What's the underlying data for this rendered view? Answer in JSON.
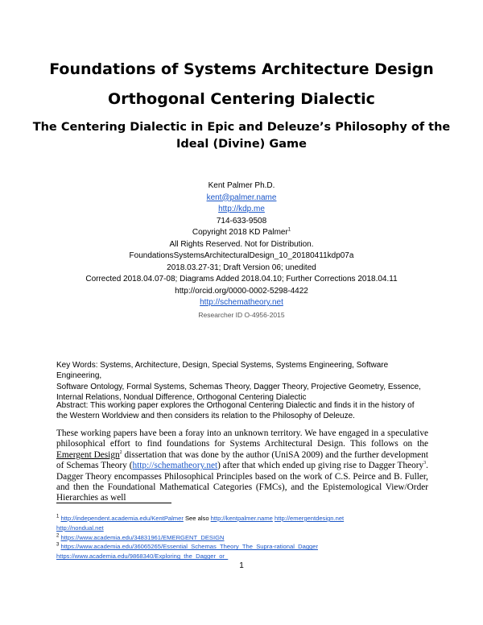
{
  "title": {
    "line1": "Foundations of Systems Architecture Design",
    "line2": "Orthogonal Centering Dialectic",
    "subtitle_line1": "The Centering Dialectic in Epic and Deleuze’s Philosophy of the",
    "subtitle_line2": "Ideal (Divine) Game"
  },
  "author": {
    "name": "Kent Palmer Ph.D.",
    "email": "kent@palmer.name",
    "website": "http://kdp.me",
    "phone": "714-633-9508",
    "copyright": "Copyright 2018 KD Palmer",
    "copyright_fn": "1",
    "rights": "All Rights Reserved. Not for Distribution.",
    "filename": "FoundationsSystemsArchitecturalDesign_10_20180411kdp07a",
    "draft": "2018.03.27-31; Draft Version 06; unedited",
    "corrections": "Corrected 2018.04.07-08; Diagrams Added 2018.04.10; Further Corrections 2018.04.11",
    "orcid": "http://orcid.org/0000-0002-5298-4422",
    "schematheory": "http://schematheory.net",
    "researcher_id": "Researcher ID O-4956-2015"
  },
  "keywords": {
    "line1": "Key Words:  Systems, Architecture, Design, Special Systems, Systems Engineering, Software Engineering,",
    "line2": "Software Ontology, Formal Systems, Schemas Theory, Dagger Theory, Projective Geometry, Essence,",
    "line3": "Internal Relations, Nondual Difference, Orthogonal Centering Dialectic"
  },
  "abstract": {
    "line1": "Abstract:  This working paper explores the Orthogonal Centering Dialectic and finds it in the history of",
    "line2": "the Western Worldview and then considers its relation to the Philosophy of Deleuze."
  },
  "body": {
    "p1_a": "These working papers have been a foray into an unknown territory. We have engaged in a speculative philosophical effort to find foundations for Systems Architectural Design. This follows on the ",
    "p1_link1": "Emergent Design",
    "p1_fn2": "2",
    "p1_b": " dissertation that was done by the author (UniSA 2009) and the further development of Schemas Theory (",
    "p1_link2": "http://schematheory.net",
    "p1_c": ") after that which ended up giving rise to Dagger Theory",
    "p1_fn3": "3",
    "p1_d": ". Dagger Theory encompasses Philosophical Principles based on the work of C.S. Peirce and B. Fuller, and then the Foundational Mathematical Categories (FMCs), and the Epistemological View/Order Hierarchies as well"
  },
  "footnotes": [
    {
      "num": "1",
      "link1": "http://independent.academia.edu/KentPalmer",
      "text": " See also ",
      "link2": "http://kentpalmer.name",
      "link3": "http://emergentdesign.net",
      "link4": "http://nondual.net"
    },
    {
      "num": "2",
      "link1": "https://www.academia.edu/34831961/EMERGENT_DESIGN"
    },
    {
      "num": "3",
      "link1": "https://www.academia.edu/36065265/Essential_Schemas_Theory_The_Supra-rational_Dagger",
      "link2": "https://www.academia.edu/9868340/Exploring_the_Dagger_or_"
    }
  ],
  "page_number": "1"
}
